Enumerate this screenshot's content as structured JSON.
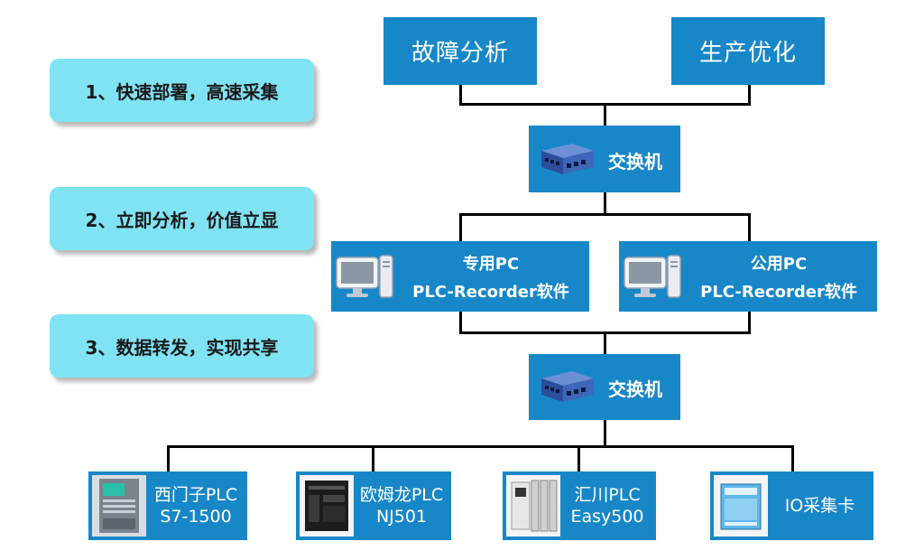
{
  "features": [
    {
      "label": "1、快速部署，高速采集"
    },
    {
      "label": "2、立即分析，价值立显"
    },
    {
      "label": "3、数据转发，实现共享"
    }
  ],
  "top": {
    "left_label": "故障分析",
    "right_label": "生产优化"
  },
  "switch_top": {
    "label": "交换机"
  },
  "switch_bottom": {
    "label": "交换机"
  },
  "pcs": [
    {
      "title": "专用PC",
      "subtitle": "PLC-Recorder软件"
    },
    {
      "title": "公用PC",
      "subtitle": "PLC-Recorder软件"
    }
  ],
  "devices": [
    {
      "line1": "西门子PLC",
      "line2": "S7-1500"
    },
    {
      "line1": "欧姆龙PLC",
      "line2": "NJ501"
    },
    {
      "line1": "汇川PLC",
      "line2": "Easy500"
    },
    {
      "line1": "IO采集卡",
      "line2": ""
    }
  ],
  "colors": {
    "box_blue": "#1887c8",
    "pill_cyan": "#7fe3f4",
    "connector": "#000000"
  }
}
